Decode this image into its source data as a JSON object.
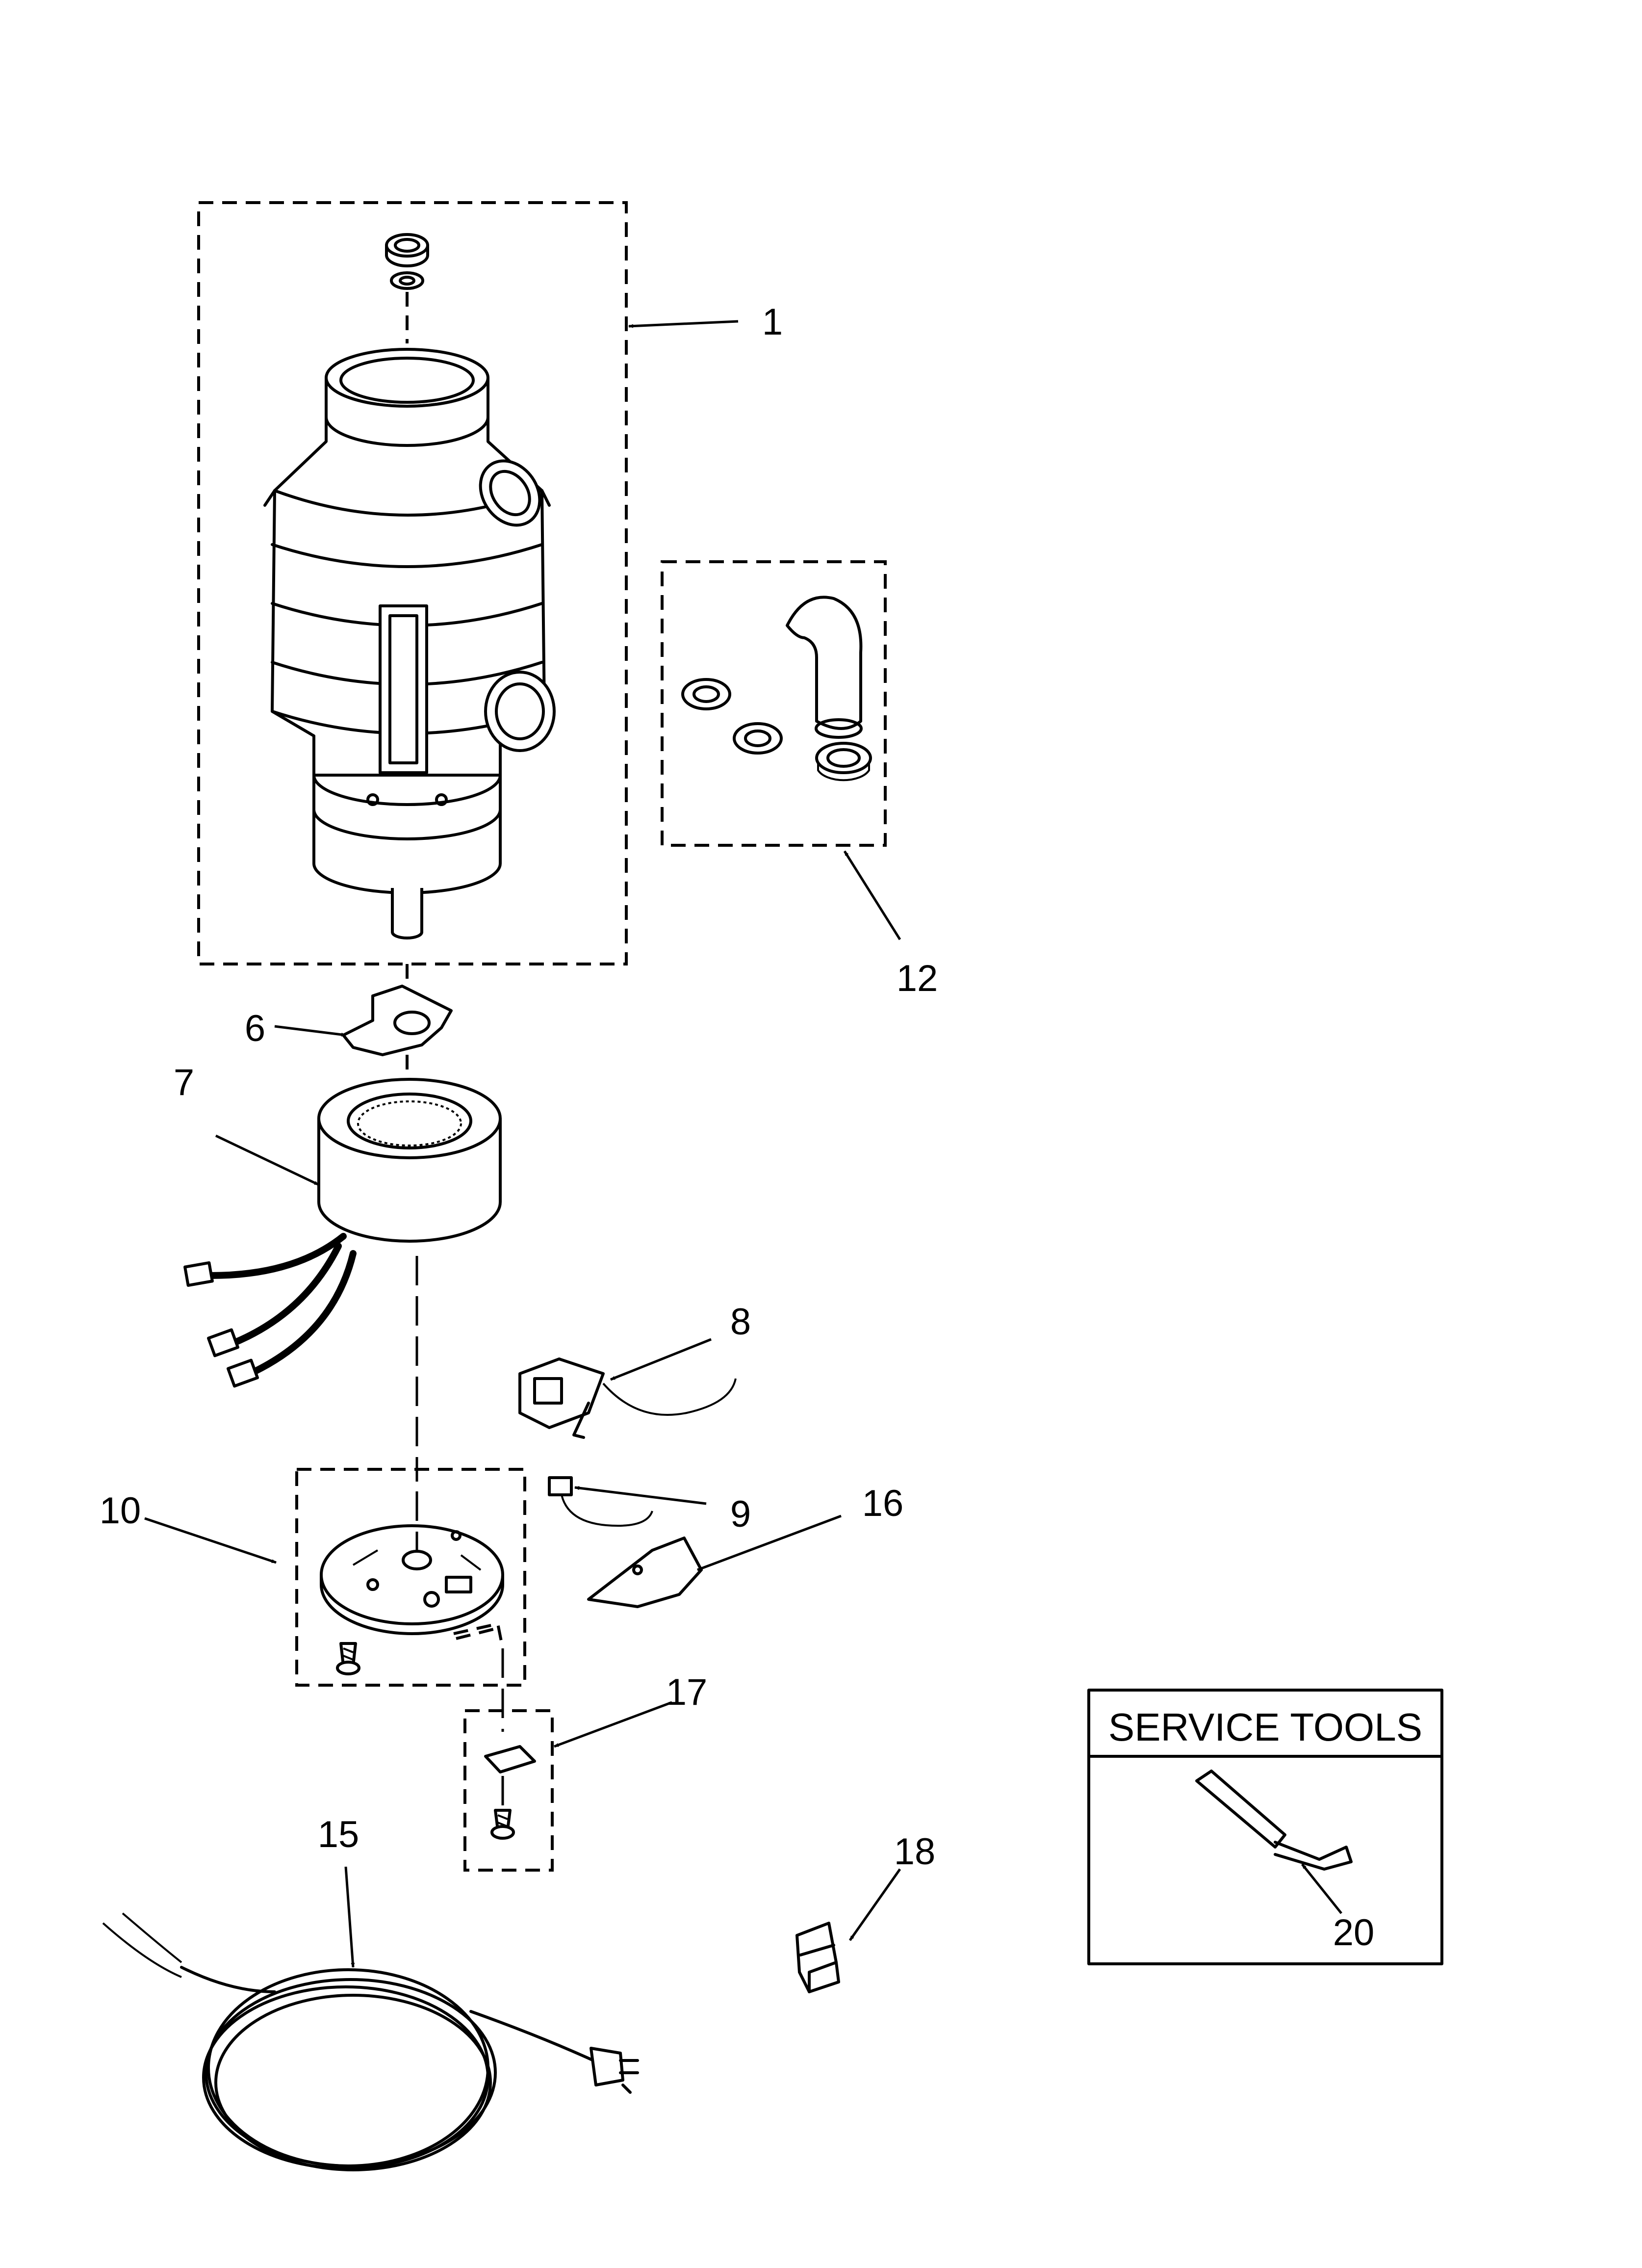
{
  "callouts": {
    "c1": "1",
    "c6": "6",
    "c7": "7",
    "c8": "8",
    "c9": "9",
    "c10": "10",
    "c12": "12",
    "c15": "15",
    "c16": "16",
    "c17": "17",
    "c18": "18",
    "c20": "20"
  },
  "service_tools": {
    "title": "SERVICE TOOLS"
  }
}
